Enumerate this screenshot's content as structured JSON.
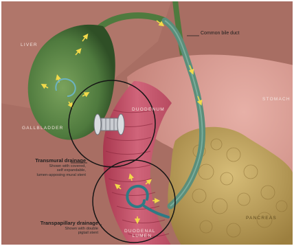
{
  "labels": {
    "liver": "LIVER",
    "common_bile_duct": "Common bile duct",
    "duodenum": "DUODENUM",
    "stomach": "STOMACH",
    "gallbladder": "GALLBLADDER",
    "pancreas": "PANCREAS",
    "duodenal_lumen_line1": "DUODENAL",
    "duodenal_lumen_line2": "LUMEN"
  },
  "callouts": {
    "transmural": {
      "title": "Transmural drainage",
      "line1": "Shown with covered,",
      "line2": "self expandable,",
      "line3": "lumen-apposing mural stent"
    },
    "transpapillary": {
      "title": "Transpapillary drainage",
      "line1": "Shown with double",
      "line2": "pigtail stent"
    }
  },
  "colors": {
    "background": "#a86e63",
    "gallbladder": "#4f7a3e",
    "stomach": "#d4938b",
    "duodenum": "#c9576a",
    "pancreas": "#b99a52",
    "stent": "#2f7a84",
    "arrow": "#f2d94a"
  }
}
